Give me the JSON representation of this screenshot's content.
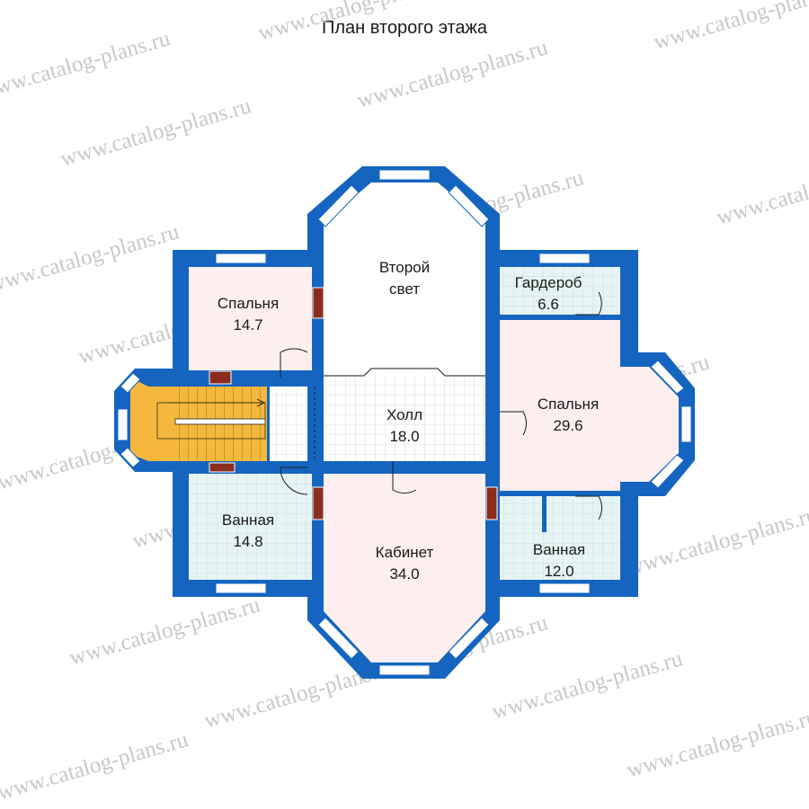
{
  "title": "План второго этажа",
  "watermark": "www.catalog-plans.ru",
  "colors": {
    "wall": "#1565c0",
    "bedroom": "#fdeeef",
    "bathroom": "#e6f5f3",
    "hall": "#ffffff",
    "stairs": "#f5b83c",
    "window": "#ffffff",
    "duct": "#8b2d1c"
  },
  "rooms": {
    "bedroom_left": {
      "name": "Спальня",
      "area": "14.7"
    },
    "second_light": {
      "name": "Второй",
      "name2": "свет"
    },
    "wardrobe": {
      "name": "Гардероб",
      "area": "6.6"
    },
    "bedroom_right": {
      "name": "Спальня",
      "area": "29.6"
    },
    "hall": {
      "name": "Холл",
      "area": "18.0"
    },
    "bath_left": {
      "name": "Ванная",
      "area": "14.8"
    },
    "office": {
      "name": "Кабинет",
      "area": "34.0"
    },
    "bath_right": {
      "name": "Ванная",
      "area": "12.0"
    }
  }
}
